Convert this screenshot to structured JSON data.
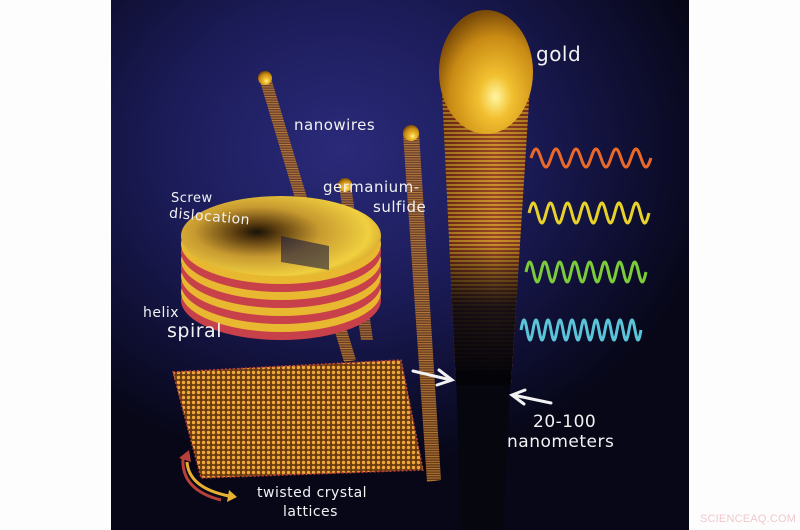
{
  "figure": {
    "title_labels": {
      "gold": "gold",
      "nanowires": "nanowires",
      "germanium_line1": "germanium-",
      "germanium_line2": "sulfide",
      "screw_line1": "Screw",
      "screw_line2": "dislocation",
      "helix": "helix",
      "spiral": "spiral",
      "twisted_line1": "twisted crystal",
      "twisted_line2": "lattices",
      "size_line1": "20-100",
      "size_line2": "nanometers"
    },
    "wave_colors": [
      "#e86a2a",
      "#e8d22a",
      "#7ccc3a",
      "#5cc4d8"
    ],
    "colors": {
      "background": "#1c1c5a",
      "gold": "#e8a820",
      "red_layer": "#c8404a",
      "label": "#f2f2f2"
    }
  },
  "watermark": "SCIENCEAQ.COM"
}
